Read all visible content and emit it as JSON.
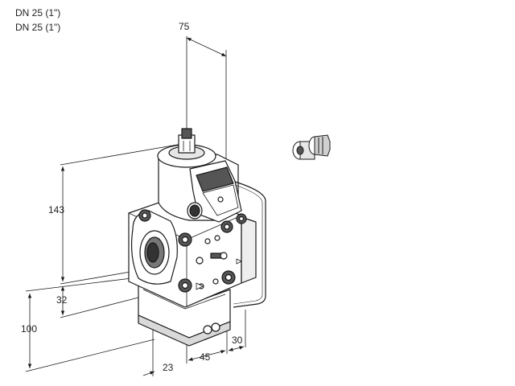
{
  "header": {
    "line1": "DN 25 (1\")",
    "line2": "DN 25 (1\")"
  },
  "dimensions": {
    "top_width": "75",
    "height_main": "143",
    "height_lower": "32",
    "height_total": "100",
    "depth_front": "23",
    "depth_mid": "45",
    "depth_right": "30"
  },
  "colors": {
    "line": "#1a1a1a",
    "body": "#ffffff",
    "shade": "#d9d9d9",
    "dark": "#555555"
  }
}
